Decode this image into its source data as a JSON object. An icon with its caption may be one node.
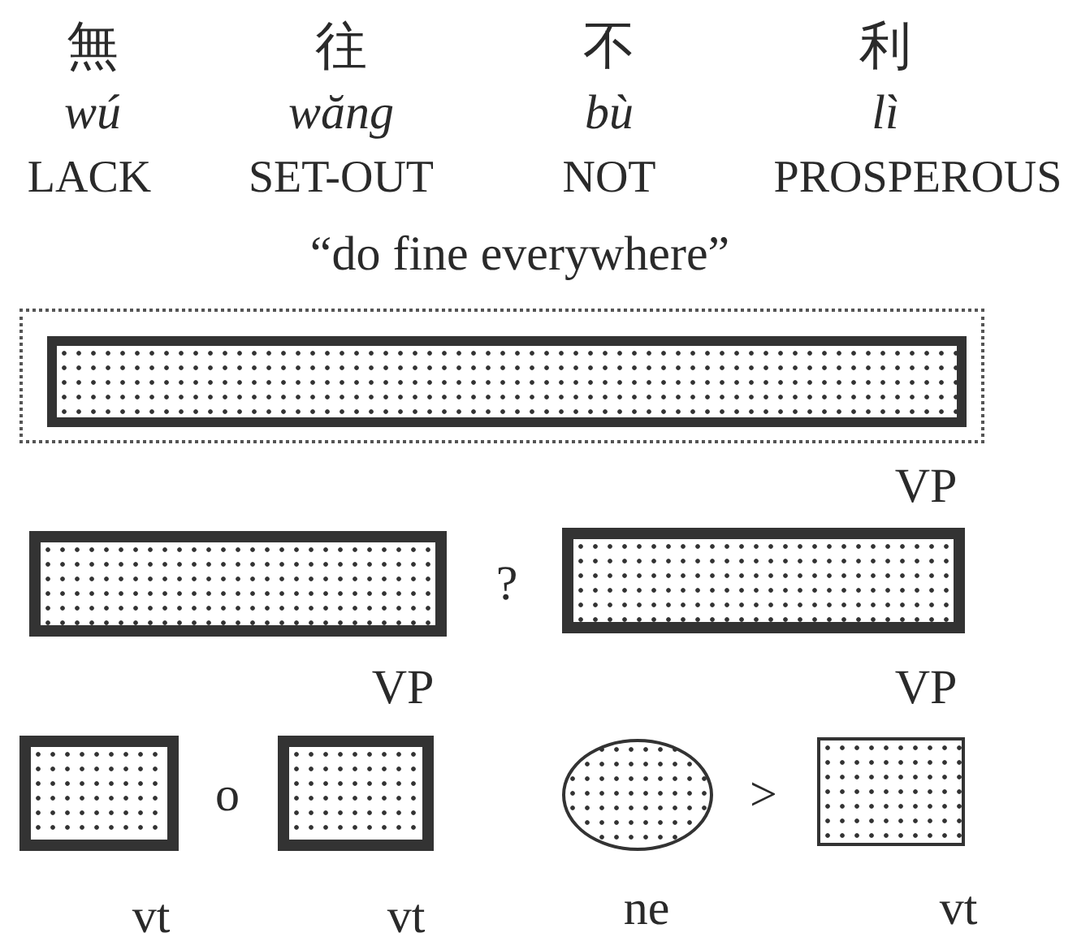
{
  "diagram": {
    "nodes": [
      {
        "text": [],
        "shape": "box"
      },
      {
        "text": [],
        "shape": "box",
        "in": 0
      },
      {
        "text": [],
        "shape": "box"
      },
      {
        "text": [],
        "shape": "box",
        "beside": [
          "VP"
        ]
      },
      {
        "text": [],
        "shape": "box",
        "beside": [
          "vt"
        ]
      },
      {
        "text": [],
        "shape": "box",
        "beside": [
          "VP",
          "vt"
        ]
      },
      {
        "text": [],
        "shape": "circle",
        "beside": [
          "ne"
        ]
      },
      {
        "text": [],
        "shape": "box",
        "beside": [
          "VP",
          "vt"
        ]
      }
    ],
    "labels": [
      "無",
      "往",
      "不",
      "利",
      "wú",
      "wăng",
      "bù",
      "lì",
      "LACK",
      "SET-OUT",
      "NOT",
      "PROSPEROUS",
      "“do fine everywhere”",
      "?",
      "o",
      ">"
    ]
  }
}
